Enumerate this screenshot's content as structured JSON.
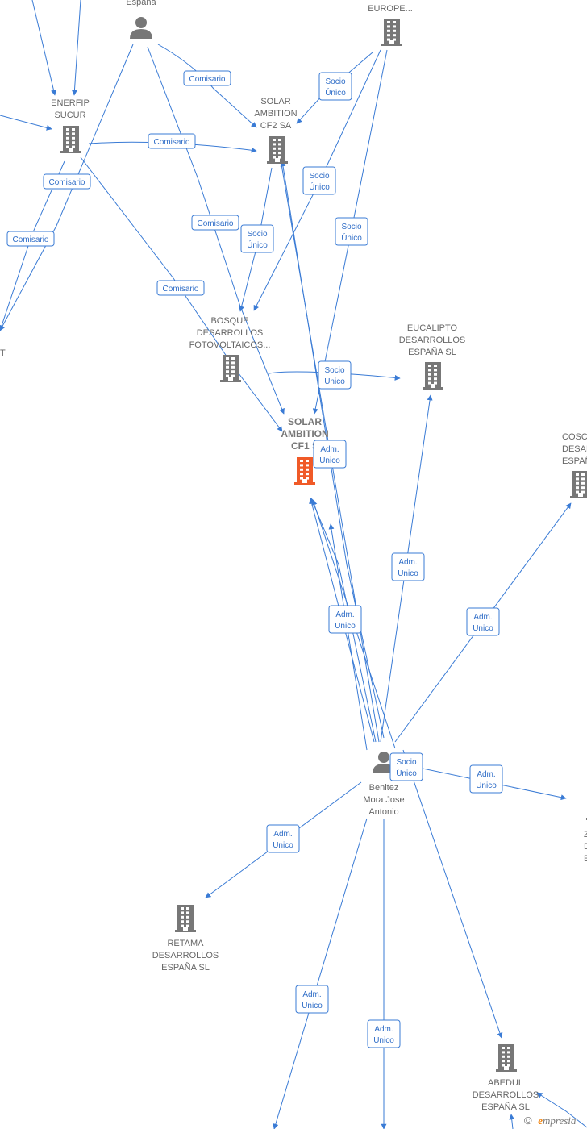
{
  "nodes": [
    {
      "id": "espana",
      "kind": "person",
      "lines": [
        "España"
      ]
    },
    {
      "id": "europe",
      "kind": "company",
      "lines": [
        "EUROPE..."
      ]
    },
    {
      "id": "enerfip",
      "kind": "company",
      "lines": [
        "ENERFIP",
        "SUCUR"
      ]
    },
    {
      "id": "cf2",
      "kind": "company",
      "lines": [
        "SOLAR",
        "AMBITION",
        "CF2 SA"
      ]
    },
    {
      "id": "bosque",
      "kind": "company",
      "lines": [
        "BOSQUE",
        "DESARROLLOS",
        "FOTOVOLTAICOS..."
      ]
    },
    {
      "id": "eucalipto",
      "kind": "company",
      "lines": [
        "EUCALIPTO",
        "DESARROLLOS",
        "ESPAÑA SL"
      ]
    },
    {
      "id": "cf1",
      "kind": "focus",
      "lines": [
        "SOLAR",
        "AMBITION",
        "CF1 S"
      ]
    },
    {
      "id": "cosco",
      "kind": "company",
      "lines": [
        "COSC",
        "DESARR",
        "ESPAÑ"
      ]
    },
    {
      "id": "benitez",
      "kind": "person",
      "lines": [
        "Benitez",
        "Mora Jose",
        "Antonio"
      ]
    },
    {
      "id": "retama",
      "kind": "company",
      "lines": [
        "RETAMA",
        "DESARROLLOS",
        "ESPAÑA SL"
      ]
    },
    {
      "id": "z",
      "kind": "company",
      "lines": [
        "Z",
        "DESA",
        "ES"
      ]
    },
    {
      "id": "abedul",
      "kind": "company",
      "lines": [
        "ABEDUL",
        "DESARROLLOS",
        "ESPAÑA SL"
      ]
    },
    {
      "id": "leftT",
      "kind": "text",
      "lines": [
        "T"
      ]
    }
  ],
  "edges": [
    {
      "label": [
        "Comisario"
      ]
    },
    {
      "label": [
        "Comisario"
      ]
    },
    {
      "label": [
        "Comisario"
      ]
    },
    {
      "label": [
        "Comisario"
      ]
    },
    {
      "label": [
        "Comisario"
      ]
    },
    {
      "label": [
        "Comisario"
      ]
    },
    {
      "label": [
        "Socio",
        "Único"
      ]
    },
    {
      "label": [
        "Socio",
        "Único"
      ]
    },
    {
      "label": [
        "Socio",
        "Único"
      ]
    },
    {
      "label": [
        "Socio",
        "Único"
      ]
    },
    {
      "label": [
        "Socio",
        "Único"
      ]
    },
    {
      "label": [
        "Socio",
        "Único"
      ]
    },
    {
      "label": [
        "Adm.",
        "Unico"
      ]
    },
    {
      "label": [
        "Adm.",
        "Unico"
      ]
    },
    {
      "label": [
        "Adm.",
        "Unico"
      ]
    },
    {
      "label": [
        "Adm.",
        "Unico"
      ]
    },
    {
      "label": [
        "Adm.",
        "Unico"
      ]
    },
    {
      "label": [
        "Adm.",
        "Unico"
      ]
    },
    {
      "label": [
        "Adm.",
        "Unico"
      ]
    },
    {
      "label": [
        "Adm.",
        "Unico"
      ]
    },
    {
      "label": []
    },
    {
      "label": []
    },
    {
      "label": []
    },
    {
      "label": []
    },
    {
      "label": []
    },
    {
      "label": []
    },
    {
      "label": []
    },
    {
      "label": []
    },
    {
      "label": []
    },
    {
      "label": []
    }
  ],
  "brand": {
    "copyright": "©",
    "e": "e",
    "rest": "mpresia"
  },
  "colors": {
    "edge": "#3a7bd5",
    "building": "#777777",
    "focus": "#f05a28",
    "person": "#777777"
  }
}
